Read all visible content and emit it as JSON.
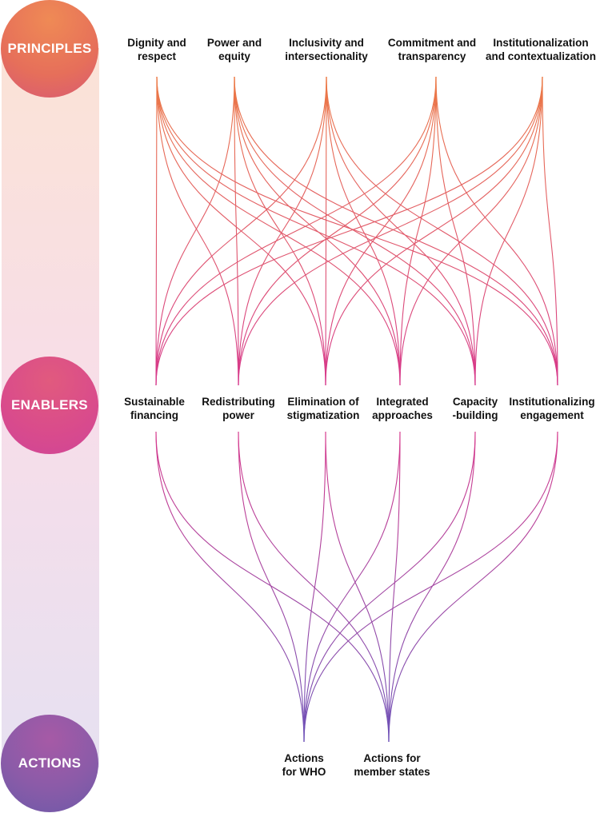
{
  "stages": [
    {
      "id": "principles",
      "label": "PRINCIPLES"
    },
    {
      "id": "enablers",
      "label": "ENABLERS"
    },
    {
      "id": "actions",
      "label": "ACTIONS"
    }
  ],
  "principles": [
    {
      "line1": "Dignity and",
      "line2": "respect"
    },
    {
      "line1": "Power and",
      "line2": "equity"
    },
    {
      "line1": "Inclusivity and",
      "line2": "intersectionality"
    },
    {
      "line1": "Commitment and",
      "line2": "transparency"
    },
    {
      "line1": "Institutionalization",
      "line2": "and contextualization"
    }
  ],
  "enablers": [
    {
      "line1": "Sustainable",
      "line2": "financing"
    },
    {
      "line1": "Redistributing",
      "line2": "power"
    },
    {
      "line1": "Elimination of",
      "line2": "stigmatization"
    },
    {
      "line1": "Integrated",
      "line2": "approaches"
    },
    {
      "line1": "Capacity",
      "line2": "-building"
    },
    {
      "line1": "Institutionalizing",
      "line2": "engagement"
    }
  ],
  "actions": [
    {
      "line1": "Actions",
      "line2": "for WHO"
    },
    {
      "line1": "Actions for",
      "line2": "member states"
    }
  ],
  "colors": {
    "principle_links": "#e8744f",
    "enabler_links": "#d9418a",
    "action_links": "#7b4fb5"
  }
}
